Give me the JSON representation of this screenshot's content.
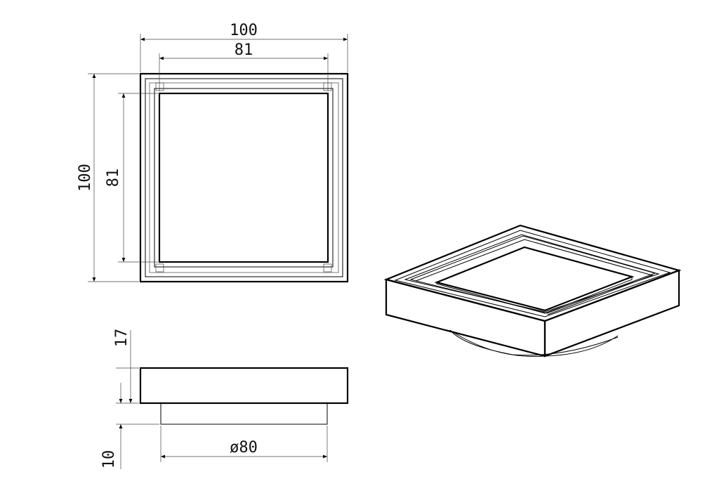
{
  "colors": {
    "line": "#000000",
    "background": "#ffffff"
  },
  "top_view": {
    "outer_width_label": "100",
    "inner_width_label": "81",
    "outer_height_label": "100",
    "inner_height_label": "81"
  },
  "side_view": {
    "overall_height_label": "17",
    "base_height_label": "10",
    "base_diameter_label": "ø80"
  }
}
